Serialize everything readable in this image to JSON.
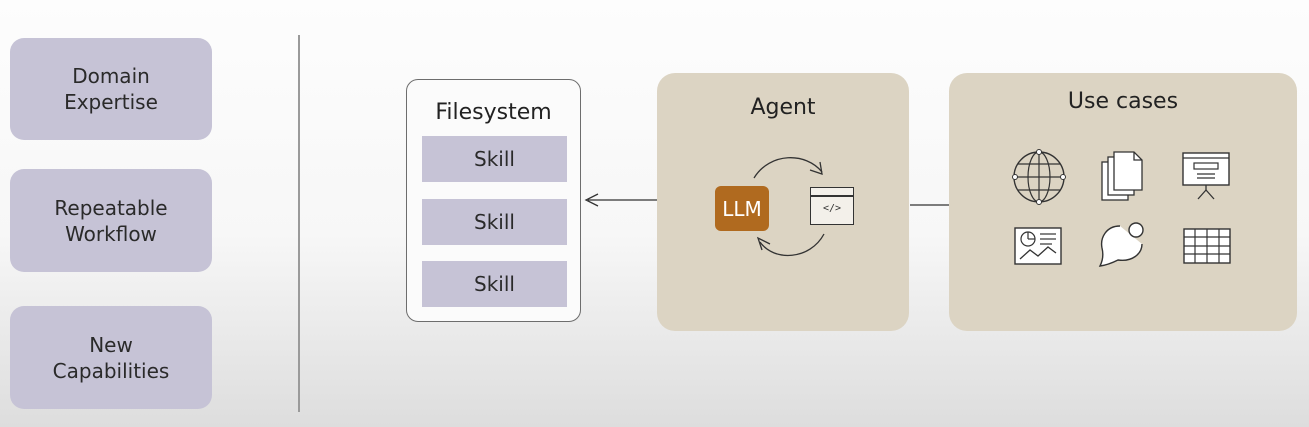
{
  "left_column": {
    "items": [
      {
        "line1": "Domain",
        "line2": "Expertise"
      },
      {
        "line1": "Repeatable",
        "line2": "Workflow"
      },
      {
        "line1": "New",
        "line2": "Capabilities"
      }
    ]
  },
  "filesystem": {
    "title": "Filesystem",
    "skills": [
      "Skill",
      "Skill",
      "Skill"
    ]
  },
  "agent": {
    "title": "Agent",
    "llm_label": "LLM",
    "code_label": "</>"
  },
  "use_cases": {
    "title": "Use cases",
    "icons": [
      "globe-icon",
      "documents-icon",
      "presentation-icon",
      "report-chart-icon",
      "chat-bubble-icon",
      "calendar-grid-icon"
    ]
  },
  "colors": {
    "pill": "#c6c3d6",
    "panel": "#dcd4c3",
    "llm": "#b06a1f"
  }
}
